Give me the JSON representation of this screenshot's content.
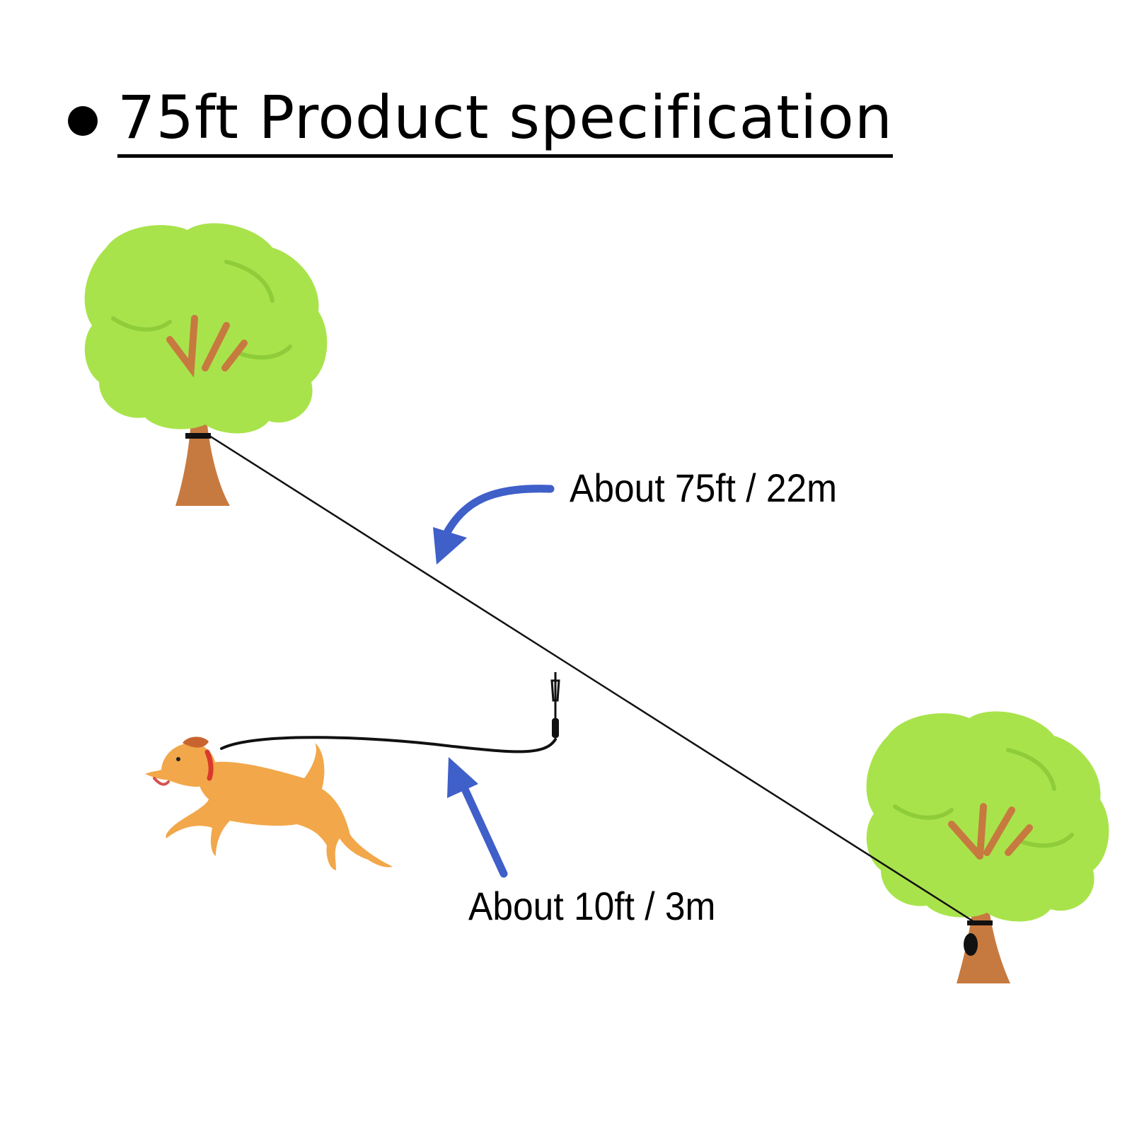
{
  "title": "75ft Product specification",
  "labels": {
    "main_line": "About 75ft / 22m",
    "short_leash": "About 10ft / 3m"
  },
  "colors": {
    "foliage": "#a9e34b",
    "foliage_dark": "#8fcc3a",
    "trunk": "#c77a3f",
    "arrow": "#3f5fc9",
    "dog": "#f2a74a",
    "collar": "#d93a2b",
    "line": "#111111"
  },
  "icons": {
    "tree": "tree-icon",
    "dog": "running-dog-icon",
    "arrow": "curved-arrow-icon"
  }
}
